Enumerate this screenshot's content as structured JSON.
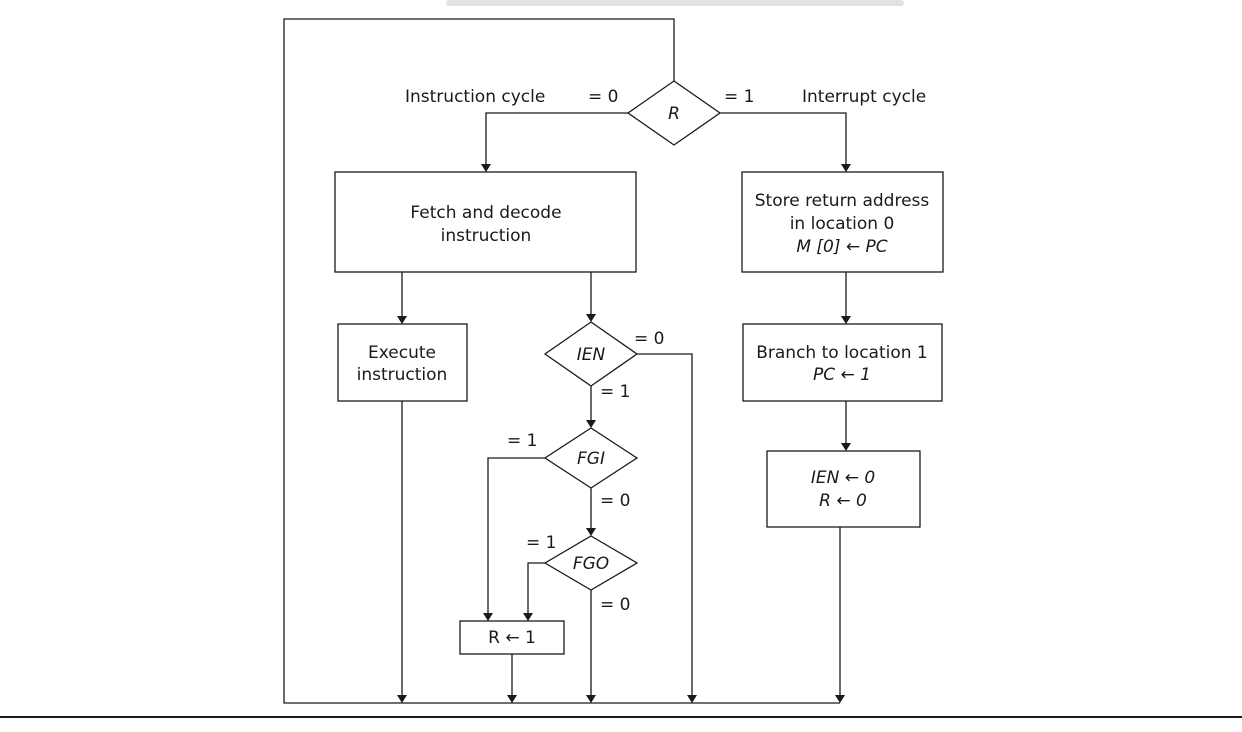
{
  "labels": {
    "instruction_cycle": "Instruction cycle",
    "interrupt_cycle": "Interrupt cycle"
  },
  "decisions": {
    "r": "R",
    "ien": "IEN",
    "fgi": "FGI",
    "fgo": "FGO"
  },
  "branch_values": {
    "r_left": "= 0",
    "r_right": "= 1",
    "ien_right": "= 0",
    "ien_down": "= 1",
    "fgi_left": "= 1",
    "fgi_down": "= 0",
    "fgo_left": "= 1",
    "fgo_down": "= 0"
  },
  "boxes": {
    "fetch": {
      "line1": "Fetch and decode",
      "line2": "instruction"
    },
    "execute": {
      "line1": "Execute",
      "line2": "instruction"
    },
    "store": {
      "line1": "Store return address",
      "line2": "in location 0",
      "line3": "M [0] ← PC"
    },
    "branch": {
      "line1": "Branch to location 1",
      "line2": "PC ← 1"
    },
    "ien_reset": {
      "line1": "IEN ← 0",
      "line2": "R ← 0"
    },
    "r_set": {
      "line1": "R ← 1"
    }
  },
  "colors": {
    "stroke": "#1a1a1a",
    "background": "#ffffff",
    "top_bar": "#e2e2e2"
  }
}
